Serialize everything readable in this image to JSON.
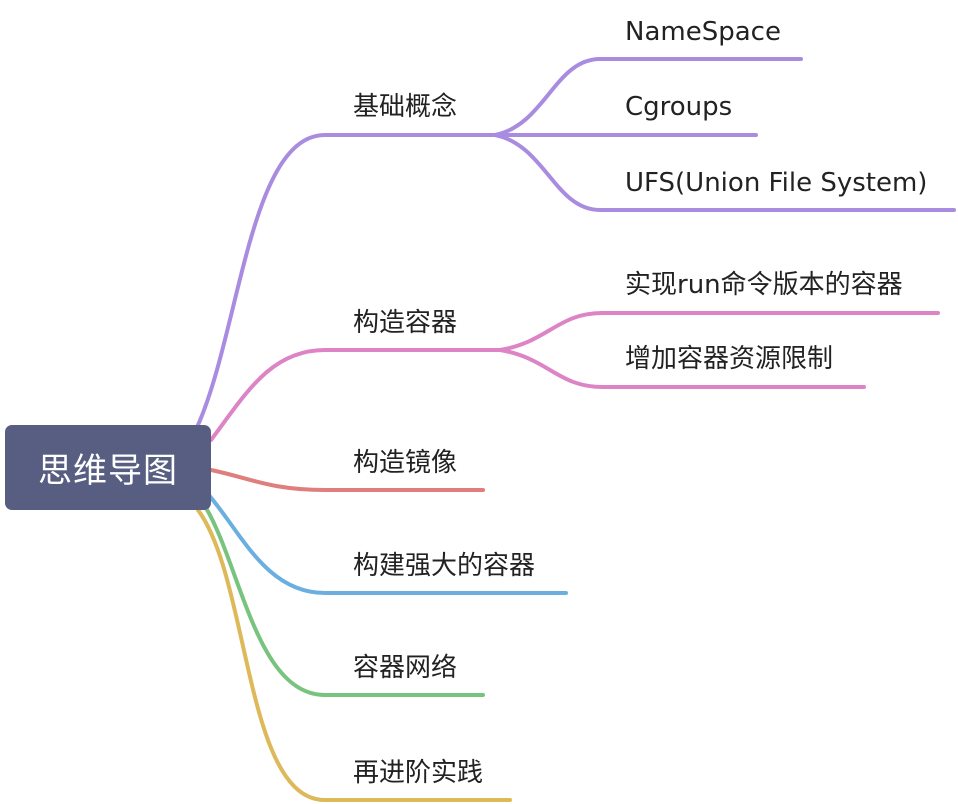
{
  "root": {
    "label": "思维导图"
  },
  "branches": [
    {
      "label": "基础概念",
      "color": "#a98ce0",
      "children": [
        {
          "label": "NameSpace"
        },
        {
          "label": "Cgroups"
        },
        {
          "label": "UFS(Union File System)"
        }
      ]
    },
    {
      "label": "构造容器",
      "color": "#dd84c6",
      "children": [
        {
          "label": "实现run命令版本的容器"
        },
        {
          "label": "增加容器资源限制"
        }
      ]
    },
    {
      "label": "构造镜像",
      "color": "#e07d7d",
      "children": []
    },
    {
      "label": "构建强大的容器",
      "color": "#6aafe0",
      "children": []
    },
    {
      "label": "容器网络",
      "color": "#78c47e",
      "children": []
    },
    {
      "label": "再进阶实践",
      "color": "#ddb959",
      "children": []
    }
  ]
}
